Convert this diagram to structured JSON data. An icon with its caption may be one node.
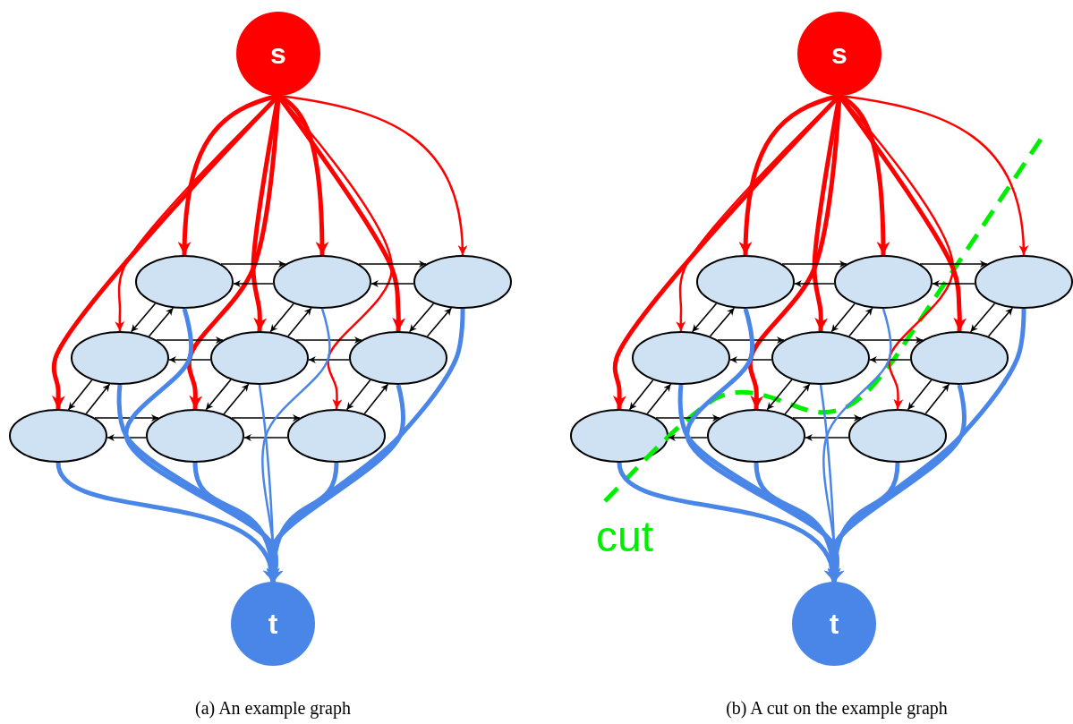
{
  "diagram": {
    "nodes": [
      {
        "text": [
          "s"
        ]
      },
      {
        "text": [],
        "shape": "ellipse"
      },
      {
        "text": [],
        "shape": "ellipse"
      },
      {
        "text": [],
        "shape": "ellipse"
      },
      {
        "text": [],
        "shape": "ellipse"
      },
      {
        "text": [],
        "shape": "ellipse"
      },
      {
        "text": [],
        "shape": "ellipse"
      },
      {
        "text": [],
        "shape": "ellipse"
      },
      {
        "text": [],
        "shape": "ellipse"
      },
      {
        "text": [],
        "shape": "ellipse"
      },
      {
        "text": [
          "t"
        ]
      },
      {
        "text": [
          "s"
        ]
      },
      {
        "text": [],
        "shape": "ellipse"
      },
      {
        "text": [],
        "shape": "ellipse"
      },
      {
        "text": [],
        "shape": "ellipse"
      },
      {
        "text": [],
        "shape": "ellipse"
      },
      {
        "text": [],
        "shape": "ellipse"
      },
      {
        "text": [],
        "shape": "ellipse"
      },
      {
        "text": [],
        "shape": "ellipse"
      },
      {
        "text": [],
        "shape": "ellipse"
      },
      {
        "text": [],
        "shape": "ellipse"
      },
      {
        "text": [
          "t"
        ]
      }
    ],
    "edges": [
      {
        "from": 0,
        "to": 1,
        "arrow": "to",
        "style": "thick",
        "color": "#ff0000"
      },
      {
        "from": 0,
        "to": 2,
        "arrow": "to",
        "style": "thick",
        "color": "#ff0000"
      },
      {
        "from": 0,
        "to": 3,
        "arrow": "to",
        "color": "#ff0000"
      },
      {
        "from": 0,
        "to": 4,
        "arrow": "to",
        "color": "#ff0000"
      },
      {
        "from": 0,
        "to": 5,
        "arrow": "to",
        "style": "thick",
        "color": "#ff0000"
      },
      {
        "from": 0,
        "to": 6,
        "arrow": "to",
        "style": "thick",
        "color": "#ff0000"
      },
      {
        "from": 0,
        "to": 7,
        "arrow": "to",
        "style": "thick",
        "color": "#ff0000"
      },
      {
        "from": 0,
        "to": 8,
        "arrow": "to",
        "style": "thick",
        "color": "#ff0000"
      },
      {
        "from": 0,
        "to": 9,
        "arrow": "to",
        "color": "#ff0000"
      },
      {
        "from": 1,
        "to": 2,
        "arrow": "to"
      },
      {
        "from": 2,
        "to": 1,
        "arrow": "to"
      },
      {
        "from": 2,
        "to": 3,
        "arrow": "to"
      },
      {
        "from": 3,
        "to": 2,
        "arrow": "to"
      },
      {
        "from": 4,
        "to": 5,
        "arrow": "to"
      },
      {
        "from": 5,
        "to": 4,
        "arrow": "to"
      },
      {
        "from": 5,
        "to": 6,
        "arrow": "to"
      },
      {
        "from": 6,
        "to": 5,
        "arrow": "to"
      },
      {
        "from": 7,
        "to": 8,
        "arrow": "to"
      },
      {
        "from": 8,
        "to": 7,
        "arrow": "to"
      },
      {
        "from": 8,
        "to": 9,
        "arrow": "to"
      },
      {
        "from": 9,
        "to": 8,
        "arrow": "to"
      },
      {
        "from": 1,
        "to": 4,
        "arrow": "to"
      },
      {
        "from": 4,
        "to": 1,
        "arrow": "to"
      },
      {
        "from": 2,
        "to": 5,
        "arrow": "to"
      },
      {
        "from": 5,
        "to": 2,
        "arrow": "to"
      },
      {
        "from": 3,
        "to": 6,
        "arrow": "to"
      },
      {
        "from": 6,
        "to": 3,
        "arrow": "to"
      },
      {
        "from": 4,
        "to": 7,
        "arrow": "to"
      },
      {
        "from": 7,
        "to": 4,
        "arrow": "to"
      },
      {
        "from": 5,
        "to": 8,
        "arrow": "to"
      },
      {
        "from": 8,
        "to": 5,
        "arrow": "to"
      },
      {
        "from": 6,
        "to": 9,
        "arrow": "to"
      },
      {
        "from": 9,
        "to": 6,
        "arrow": "to"
      },
      {
        "from": 1,
        "to": 10,
        "arrow": "to",
        "style": "thick",
        "color": "#4a86e8"
      },
      {
        "from": 2,
        "to": 10,
        "arrow": "to",
        "color": "#4a86e8"
      },
      {
        "from": 3,
        "to": 10,
        "arrow": "to",
        "style": "thick",
        "color": "#4a86e8"
      },
      {
        "from": 4,
        "to": 10,
        "arrow": "to",
        "style": "thick",
        "color": "#4a86e8"
      },
      {
        "from": 5,
        "to": 10,
        "arrow": "to",
        "color": "#4a86e8"
      },
      {
        "from": 6,
        "to": 10,
        "arrow": "to",
        "style": "thick",
        "color": "#4a86e8"
      },
      {
        "from": 7,
        "to": 10,
        "arrow": "to",
        "style": "thick",
        "color": "#4a86e8"
      },
      {
        "from": 8,
        "to": 10,
        "arrow": "to",
        "style": "thick",
        "color": "#4a86e8"
      },
      {
        "from": 9,
        "to": 10,
        "arrow": "to",
        "style": "thick",
        "color": "#4a86e8"
      },
      {
        "from": 11,
        "to": 12,
        "arrow": "to",
        "style": "thick",
        "color": "#ff0000"
      },
      {
        "from": 11,
        "to": 13,
        "arrow": "to",
        "style": "thick",
        "color": "#ff0000"
      },
      {
        "from": 11,
        "to": 14,
        "arrow": "to",
        "color": "#ff0000"
      },
      {
        "from": 11,
        "to": 15,
        "arrow": "to",
        "color": "#ff0000"
      },
      {
        "from": 11,
        "to": 16,
        "arrow": "to",
        "style": "thick",
        "color": "#ff0000"
      },
      {
        "from": 11,
        "to": 17,
        "arrow": "to",
        "style": "thick",
        "color": "#ff0000"
      },
      {
        "from": 11,
        "to": 18,
        "arrow": "to",
        "style": "thick",
        "color": "#ff0000"
      },
      {
        "from": 11,
        "to": 19,
        "arrow": "to",
        "style": "thick",
        "color": "#ff0000"
      },
      {
        "from": 11,
        "to": 20,
        "arrow": "to",
        "color": "#ff0000"
      },
      {
        "from": 12,
        "to": 13,
        "arrow": "to"
      },
      {
        "from": 13,
        "to": 12,
        "arrow": "to"
      },
      {
        "from": 13,
        "to": 14,
        "arrow": "to"
      },
      {
        "from": 14,
        "to": 13,
        "arrow": "to"
      },
      {
        "from": 15,
        "to": 16,
        "arrow": "to"
      },
      {
        "from": 16,
        "to": 15,
        "arrow": "to"
      },
      {
        "from": 16,
        "to": 17,
        "arrow": "to"
      },
      {
        "from": 17,
        "to": 16,
        "arrow": "to"
      },
      {
        "from": 18,
        "to": 19,
        "arrow": "to"
      },
      {
        "from": 19,
        "to": 18,
        "arrow": "to"
      },
      {
        "from": 19,
        "to": 20,
        "arrow": "to"
      },
      {
        "from": 20,
        "to": 19,
        "arrow": "to"
      },
      {
        "from": 12,
        "to": 15,
        "arrow": "to"
      },
      {
        "from": 15,
        "to": 12,
        "arrow": "to"
      },
      {
        "from": 13,
        "to": 16,
        "arrow": "to"
      },
      {
        "from": 16,
        "to": 13,
        "arrow": "to"
      },
      {
        "from": 14,
        "to": 17,
        "arrow": "to"
      },
      {
        "from": 17,
        "to": 14,
        "arrow": "to"
      },
      {
        "from": 15,
        "to": 18,
        "arrow": "to"
      },
      {
        "from": 18,
        "to": 15,
        "arrow": "to"
      },
      {
        "from": 16,
        "to": 19,
        "arrow": "to"
      },
      {
        "from": 19,
        "to": 16,
        "arrow": "to"
      },
      {
        "from": 17,
        "to": 20,
        "arrow": "to"
      },
      {
        "from": 20,
        "to": 17,
        "arrow": "to"
      },
      {
        "from": 12,
        "to": 21,
        "arrow": "to",
        "style": "thick",
        "color": "#4a86e8"
      },
      {
        "from": 13,
        "to": 21,
        "arrow": "to",
        "color": "#4a86e8"
      },
      {
        "from": 14,
        "to": 21,
        "arrow": "to",
        "style": "thick",
        "color": "#4a86e8"
      },
      {
        "from": 15,
        "to": 21,
        "arrow": "to",
        "style": "thick",
        "color": "#4a86e8"
      },
      {
        "from": 16,
        "to": 21,
        "arrow": "to",
        "color": "#4a86e8"
      },
      {
        "from": 17,
        "to": 21,
        "arrow": "to",
        "style": "thick",
        "color": "#4a86e8"
      },
      {
        "from": 18,
        "to": 21,
        "arrow": "to",
        "style": "thick",
        "color": "#4a86e8"
      },
      {
        "from": 19,
        "to": 21,
        "arrow": "to",
        "style": "thick",
        "color": "#4a86e8"
      },
      {
        "from": 20,
        "to": 21,
        "arrow": "to",
        "style": "thick",
        "color": "#4a86e8"
      }
    ],
    "labels": [
      "cut",
      "(a) An example graph",
      "(b) A cut on the example graph"
    ]
  }
}
